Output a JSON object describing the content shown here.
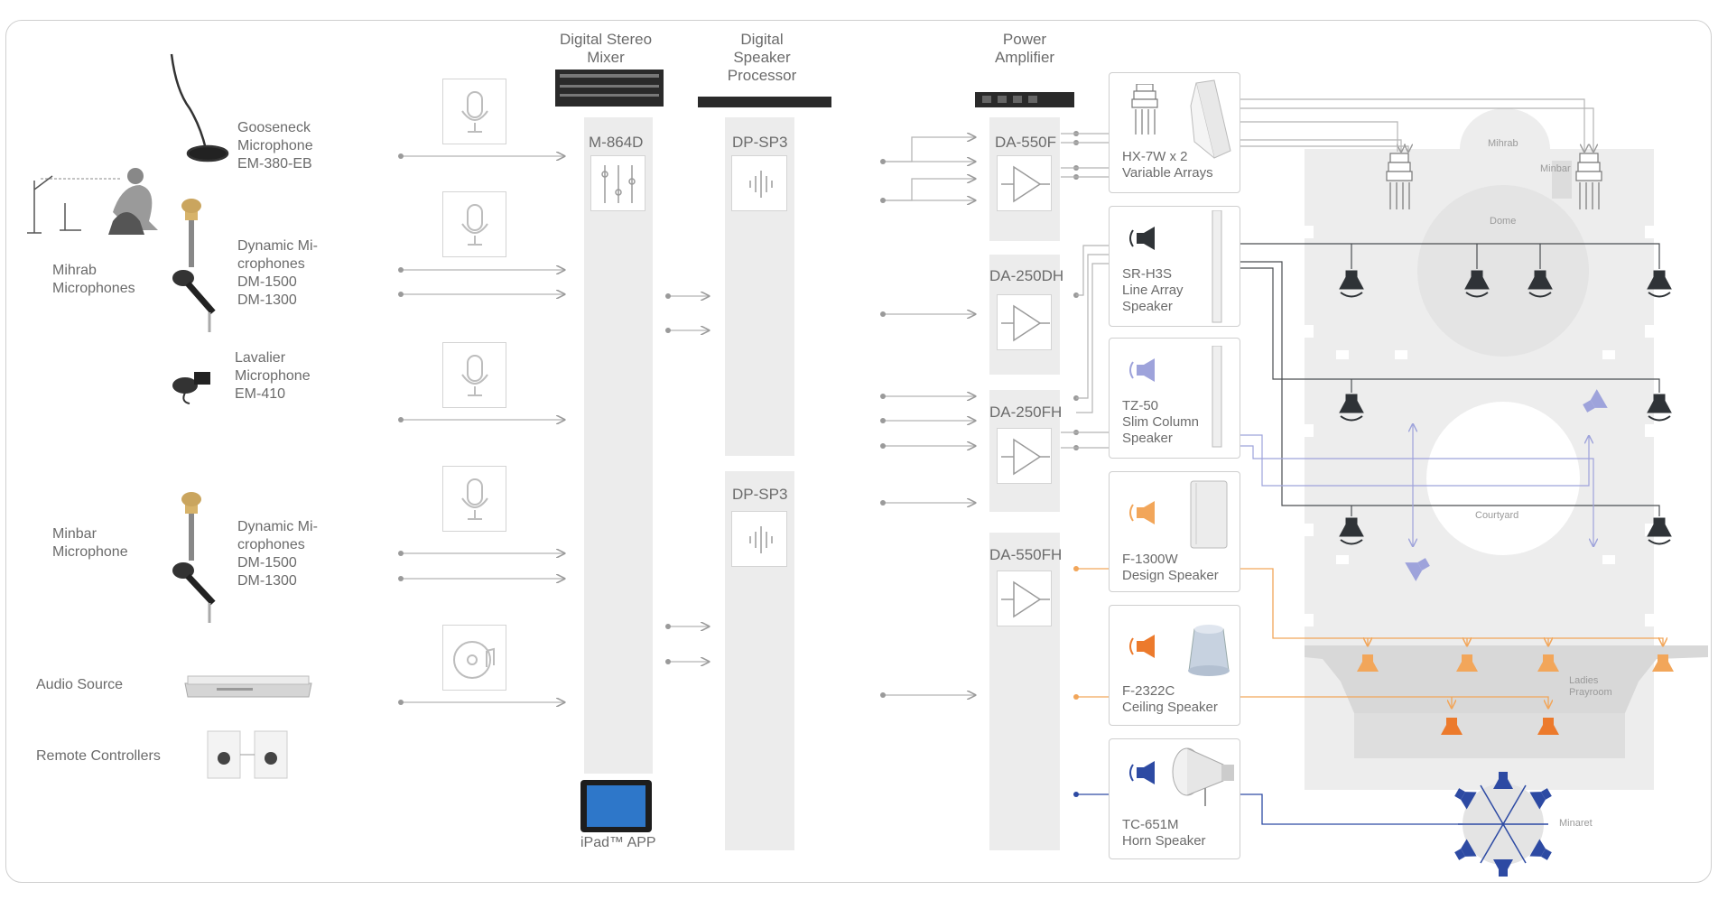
{
  "headers": {
    "mixer": "Digital Stereo\nMixer",
    "processor": "Digital\nSpeaker\nProcessor",
    "amplifier": "Power\nAmplifier"
  },
  "sources": {
    "gooseneck": "Gooseneck\nMicrophone\nEM-380-EB",
    "mihrab": "Mihrab\nMicrophones",
    "dynamic_mihrab": "Dynamic Mi-\ncrophones\nDM-1500\nDM-1300",
    "lavalier": "Lavalier\nMicrophone\nEM-410",
    "minbar": "Minbar\nMicrophone",
    "dynamic_minbar": "Dynamic Mi-\ncrophones\nDM-1500\nDM-1300",
    "audio_source": "Audio Source",
    "remote": "Remote Controllers"
  },
  "mixer": {
    "model": "M-864D",
    "app": "iPad™ APP"
  },
  "processors": [
    {
      "model": "DP-SP3"
    },
    {
      "model": "DP-SP3"
    }
  ],
  "amplifiers": [
    {
      "model": "DA-550F"
    },
    {
      "model": "DA-250DH"
    },
    {
      "model": "DA-250FH"
    },
    {
      "model": "DA-550FH"
    }
  ],
  "speakers": [
    {
      "label": "HX-7W x 2\nVariable Arrays"
    },
    {
      "label": "SR-H3S\nLine Array\nSpeaker"
    },
    {
      "label": "TZ-50\nSlim Column\nSpeaker"
    },
    {
      "label": "F-1300W\nDesign Speaker"
    },
    {
      "label": "F-2322C\nCeiling Speaker"
    },
    {
      "label": "TC-651M\nHorn Speaker"
    }
  ],
  "floorplan": {
    "mihrab": "Mihrab",
    "minbar": "Minbar",
    "dome": "Dome",
    "courtyard": "Courtyard",
    "ladies": "Ladies\nPrayroom",
    "minaret": "Minaret"
  },
  "colors": {
    "line": "#b5b5b5",
    "dark": "#2f3337",
    "lavender": "#9ea3db",
    "orange": "#f2a65a",
    "blue": "#2d4aa3"
  }
}
